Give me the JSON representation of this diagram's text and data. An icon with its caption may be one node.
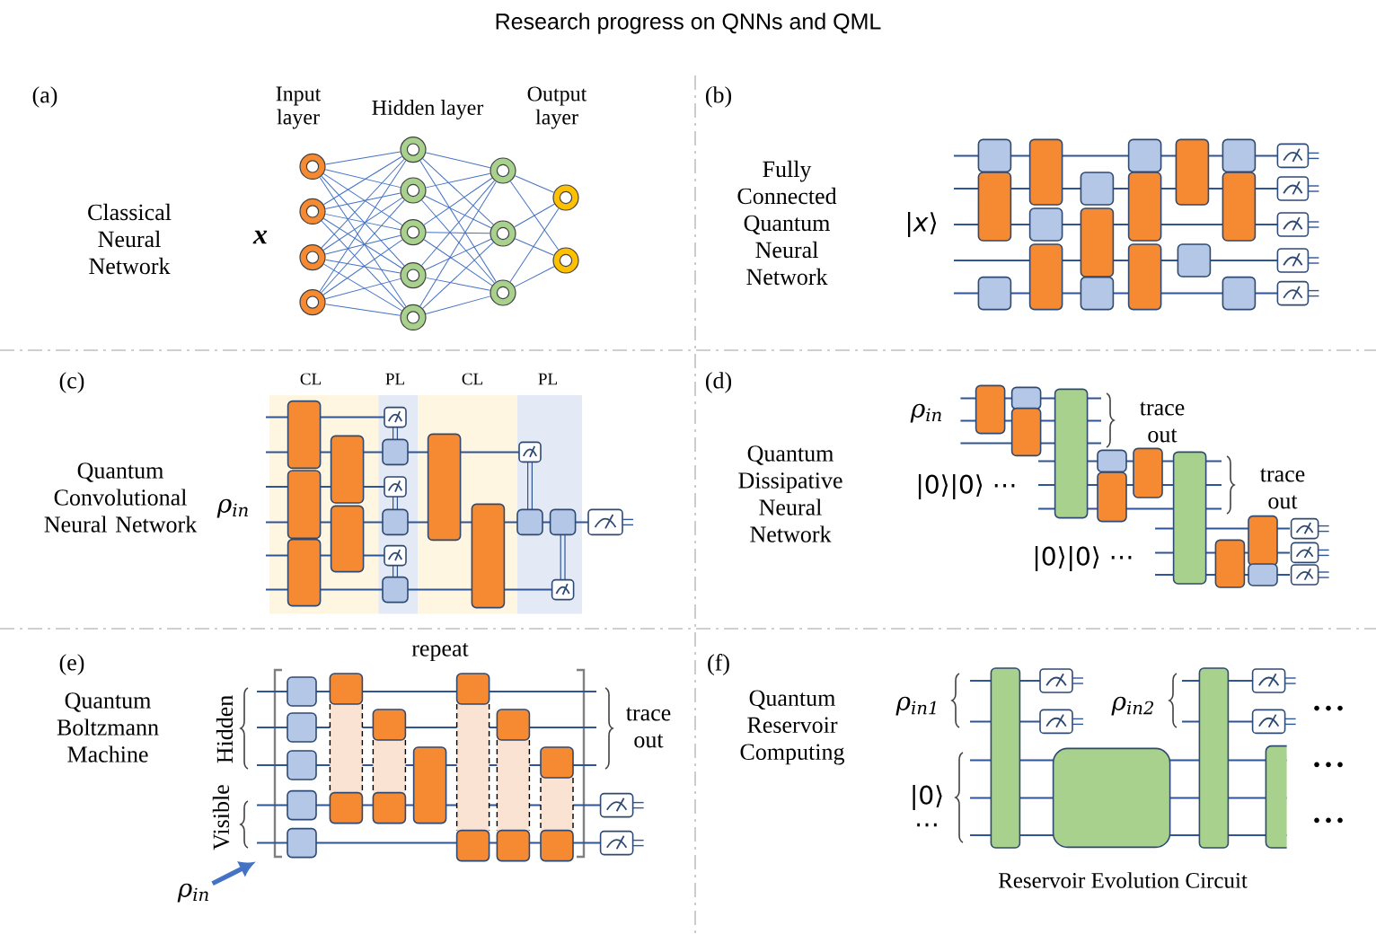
{
  "diagram": {
    "title": "Research progress on QNNs and QML",
    "nodes": [
      {
        "text": [],
        "shape": "circle"
      },
      {
        "text": [],
        "shape": "circle"
      },
      {
        "text": [],
        "shape": "circle"
      },
      {
        "text": [],
        "shape": "circle"
      },
      {
        "text": [],
        "shape": "circle"
      },
      {
        "text": [],
        "shape": "circle"
      },
      {
        "text": [],
        "shape": "circle"
      },
      {
        "text": [],
        "shape": "circle"
      },
      {
        "text": [],
        "shape": "circle"
      },
      {
        "text": [],
        "shape": "circle"
      },
      {
        "text": [],
        "shape": "circle"
      },
      {
        "text": [],
        "shape": "circle"
      },
      {
        "text": [],
        "shape": "circle"
      },
      {
        "text": [],
        "shape": "circle"
      },
      {
        "text": [
          "ρ$_{in}$"
        ]
      },
      {
        "text": [],
        "shape": "picture"
      }
    ],
    "edges": [
      {
        "from": 0,
        "to": 4,
        "arrow": "none"
      },
      {
        "from": 0,
        "to": 5,
        "arrow": "none"
      },
      {
        "from": 0,
        "to": 6,
        "arrow": "none"
      },
      {
        "from": 0,
        "to": 7,
        "arrow": "none"
      },
      {
        "from": 0,
        "to": 8,
        "arrow": "none"
      },
      {
        "from": 1,
        "to": 4,
        "arrow": "none"
      },
      {
        "from": 1,
        "to": 5,
        "arrow": "none"
      },
      {
        "from": 1,
        "to": 6,
        "arrow": "none"
      },
      {
        "from": 1,
        "to": 7,
        "arrow": "none"
      },
      {
        "from": 1,
        "to": 8,
        "arrow": "none"
      },
      {
        "from": 2,
        "to": 4,
        "arrow": "none"
      },
      {
        "from": 2,
        "to": 5,
        "arrow": "none"
      },
      {
        "from": 2,
        "to": 6,
        "arrow": "none"
      },
      {
        "from": 2,
        "to": 7,
        "arrow": "none"
      },
      {
        "from": 2,
        "to": 8,
        "arrow": "none"
      },
      {
        "from": 3,
        "to": 4,
        "arrow": "none"
      },
      {
        "from": 3,
        "to": 5,
        "arrow": "none"
      },
      {
        "from": 3,
        "to": 6,
        "arrow": "none"
      },
      {
        "from": 3,
        "to": 7,
        "arrow": "none"
      },
      {
        "from": 3,
        "to": 8,
        "arrow": "none"
      },
      {
        "from": 4,
        "to": 9,
        "arrow": "none"
      },
      {
        "from": 4,
        "to": 10,
        "arrow": "none"
      },
      {
        "from": 4,
        "to": 11,
        "arrow": "none"
      },
      {
        "from": 5,
        "to": 9,
        "arrow": "none"
      },
      {
        "from": 5,
        "to": 10,
        "arrow": "none"
      },
      {
        "from": 5,
        "to": 11,
        "arrow": "none"
      },
      {
        "from": 6,
        "to": 9,
        "arrow": "none"
      },
      {
        "from": 6,
        "to": 10,
        "arrow": "none"
      },
      {
        "from": 6,
        "to": 11,
        "arrow": "none"
      },
      {
        "from": 7,
        "to": 9,
        "arrow": "none"
      },
      {
        "from": 7,
        "to": 10,
        "arrow": "none"
      },
      {
        "from": 7,
        "to": 11,
        "arrow": "none"
      },
      {
        "from": 8,
        "to": 9,
        "arrow": "none"
      },
      {
        "from": 8,
        "to": 10,
        "arrow": "none"
      },
      {
        "from": 8,
        "to": 11,
        "arrow": "none"
      },
      {
        "from": 9,
        "to": 12,
        "arrow": "none"
      },
      {
        "from": 9,
        "to": 13,
        "arrow": "none"
      },
      {
        "from": 10,
        "to": 12,
        "arrow": "none"
      },
      {
        "from": 10,
        "to": 13,
        "arrow": "none"
      },
      {
        "from": 11,
        "to": 12,
        "arrow": "none"
      },
      {
        "from": 11,
        "to": 13,
        "arrow": "none"
      },
      {
        "from": 14,
        "to": 15,
        "arrow": "to",
        "style": "thick"
      }
    ],
    "labels": [
      "(a)",
      "Input layer",
      "Hidden layer",
      "Output layer",
      "Classical Neural Network",
      "x",
      "(b)",
      "Fully Connected Quantum Neural Network",
      "|*x*⟩",
      "(c)",
      "CL",
      "PL",
      "CL",
      "PL",
      "Quantum Convolutional Neural Network",
      "ρ$_{in}$",
      "(d)",
      "ρ$_{in}$",
      "trace out",
      "trace out",
      "Quantum Dissipative Neural Network",
      "|0⟩|0⟩ ⋯",
      "|0⟩|0⟩ ⋯",
      "(e)",
      "repeat",
      "Hidden",
      "Visible",
      "trace out",
      "Quantum Boltzmann Machine",
      "(f)",
      "ρ$_{in1}$",
      "ρ$_{in2}$",
      "|0⟩",
      "⋯",
      "Quantum Reservoir Computing",
      "Reservoir Evolution Circuit"
    ]
  }
}
